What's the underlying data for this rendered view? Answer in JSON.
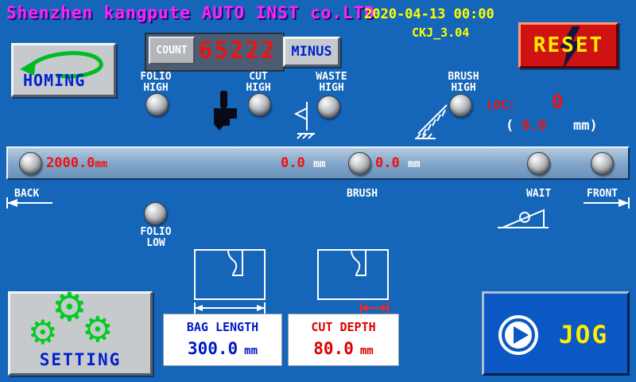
{
  "header": {
    "company": "Shenzhen kangpute AUTO INST co.LTD",
    "datetime": "2020-04-13  00:00",
    "version": "CKJ_3.04",
    "reset_label": "RESET"
  },
  "homing_label": "HOMING",
  "counter": {
    "count_label": "COUNT",
    "value": "65222",
    "minus_label": "MINUS"
  },
  "indicators": {
    "folio_high": "FOLIO\nHIGH",
    "cut_high": "CUT\nHIGH",
    "waste_high": "WASTE\nHIGH",
    "brush_high": "BRUSH\nHIGH",
    "folio_low": "FOLIO\nLOW"
  },
  "loc": {
    "label": "LOC:",
    "value": "0",
    "open": "(",
    "sub_value": "0.0",
    "sub_unit": "mm",
    "close": ")"
  },
  "position_bar": {
    "pos1_value": "2000.0",
    "pos1_unit": "mm",
    "pos2_value": "0.0",
    "pos2_unit": "mm",
    "pos3_value": "0.0",
    "pos3_unit": "mm"
  },
  "zones": {
    "back": "BACK",
    "brush": "BRUSH",
    "wait": "WAIT",
    "front": "FRONT"
  },
  "bag_length": {
    "title": "BAG LENGTH",
    "value": "300.0",
    "unit": "mm"
  },
  "cut_depth": {
    "title": "CUT DEPTH",
    "value": "80.0",
    "unit": "mm"
  },
  "setting_label": "SETTING",
  "jog_label": "JOG",
  "icons": {
    "gear": "⚙"
  },
  "colors": {
    "background": "#1565b8",
    "title_magenta": "#ff22ff",
    "yellow": "#ffff00",
    "value_red": "#ee1212",
    "label_blue": "#0022cc",
    "green": "#00cc22",
    "reset_red": "#cf1212"
  }
}
